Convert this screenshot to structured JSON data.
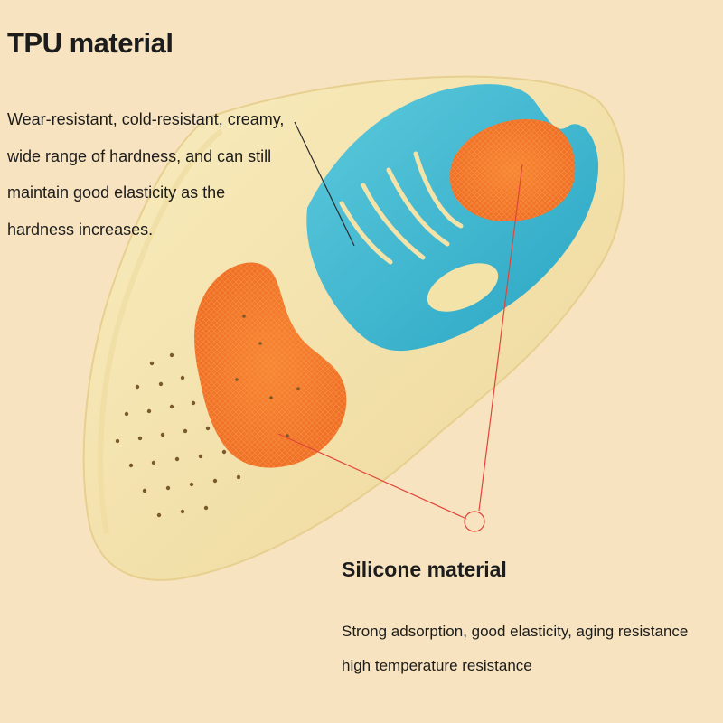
{
  "tpu": {
    "title": "TPU material",
    "lines": [
      "Wear-resistant, cold-resistant, creamy,",
      "wide range of hardness, and can still",
      "maintain good elasticity as the",
      "hardness increases."
    ]
  },
  "silicone": {
    "title": "Silicone material",
    "lines": [
      "Strong adsorption, good elasticity, aging resistance",
      "high temperature resistance"
    ]
  },
  "colors": {
    "background": "#f7e3bf",
    "insole": "#f4e3a9",
    "tpu_gel": "#39b7cf",
    "silicone_pad": "#f47a2c",
    "pointer_line": "#e0453a"
  }
}
